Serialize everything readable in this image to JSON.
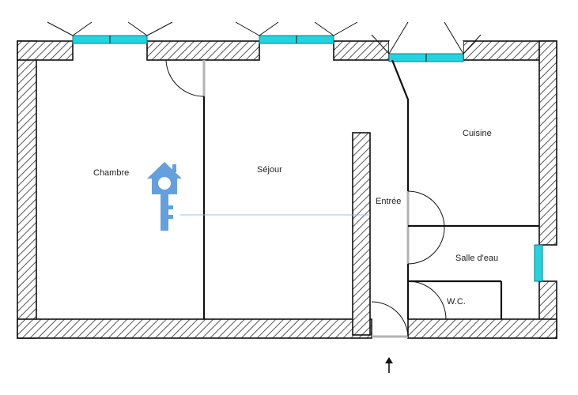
{
  "rooms": {
    "chambre": "Chambre",
    "sejour": "Séjour",
    "entree": "Entrée",
    "cuisine": "Cuisine",
    "salle_eau": "Salle d'eau",
    "wc": "W.C."
  },
  "colors": {
    "window": "#22d3e0",
    "wall_stroke": "#111111",
    "watermark": "#4a90d9"
  },
  "icons": {
    "watermark": "house-key-logo",
    "entry": "arrow-up-icon"
  }
}
